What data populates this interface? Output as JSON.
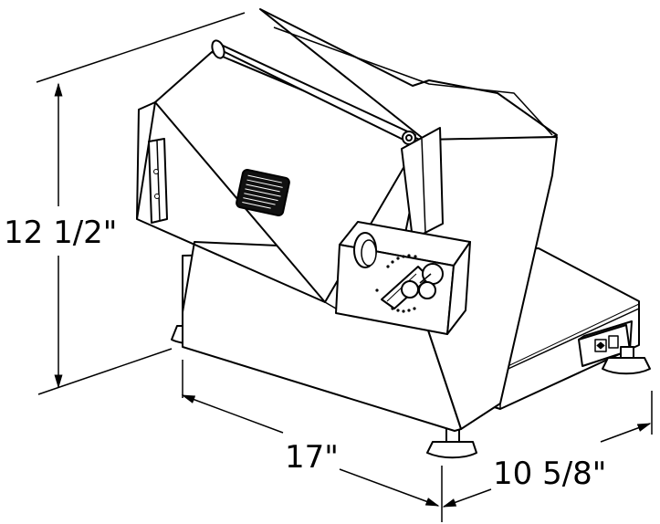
{
  "dimensions": {
    "height": "12 1/2\"",
    "length": "17\"",
    "depth": "10 5/8\""
  },
  "colors": {
    "line": "#000000",
    "fill": "#ffffff",
    "label_plate": "#111111"
  },
  "icons": {
    "power_switch": "power-switch-icon",
    "adjustment_knob": "knob-icon",
    "warning_plate": "warning-label-icon"
  }
}
